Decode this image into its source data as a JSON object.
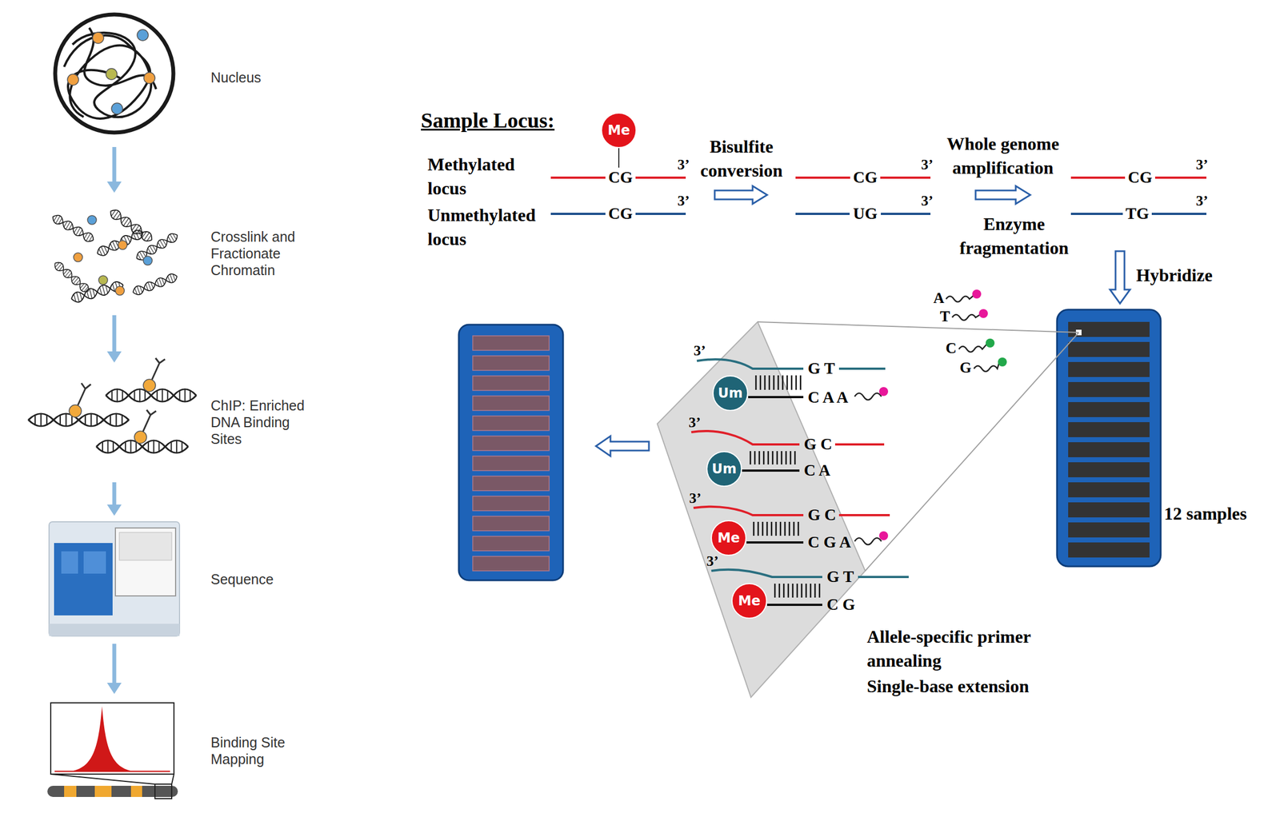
{
  "diagram": {
    "nodes": [
      {
        "text": [
          "Nucleus"
        ]
      },
      {
        "text": [
          "Crosslink and Fractionate Chromatin"
        ]
      },
      {
        "text": [
          "ChIP: Enriched DNA Binding Sites"
        ]
      },
      {
        "text": [
          "Sequence"
        ]
      },
      {
        "text": [
          "Binding Site Mapping"
        ]
      },
      {
        "text": [
          "Me"
        ]
      },
      {
        "text": [
          "12 samples"
        ]
      },
      {
        "text": [
          "Um"
        ]
      },
      {
        "text": [
          "Um"
        ]
      },
      {
        "text": [
          "Me"
        ]
      },
      {
        "text": [
          "Me"
        ]
      }
    ],
    "edges": [
      {
        "from": 0,
        "to": 1,
        "arrow": "to"
      },
      {
        "from": 1,
        "to": 2,
        "arrow": "to"
      },
      {
        "from": 2,
        "to": 3,
        "arrow": "to"
      },
      {
        "from": 3,
        "to": 4,
        "arrow": "to"
      }
    ],
    "labels": [
      "Sample Locus:",
      "Methylated locus",
      "CG",
      "3’",
      "Unmethylated locus",
      "CG",
      "3’",
      "Bisulfite conversion",
      "CG",
      "3’",
      "UG",
      "3’",
      "Whole genome amplification",
      "Enzyme fragmentation",
      "CG",
      "3’",
      "TG",
      "3’",
      "Hybridize",
      "A",
      "T",
      "C",
      "G",
      "3’",
      "G T",
      "C A A",
      "3’",
      "G C",
      "C A",
      "3’",
      "G C",
      "C G A",
      "3’",
      "G T",
      "C G",
      "Allele-specific primer annealing",
      "Single-base extension"
    ]
  }
}
